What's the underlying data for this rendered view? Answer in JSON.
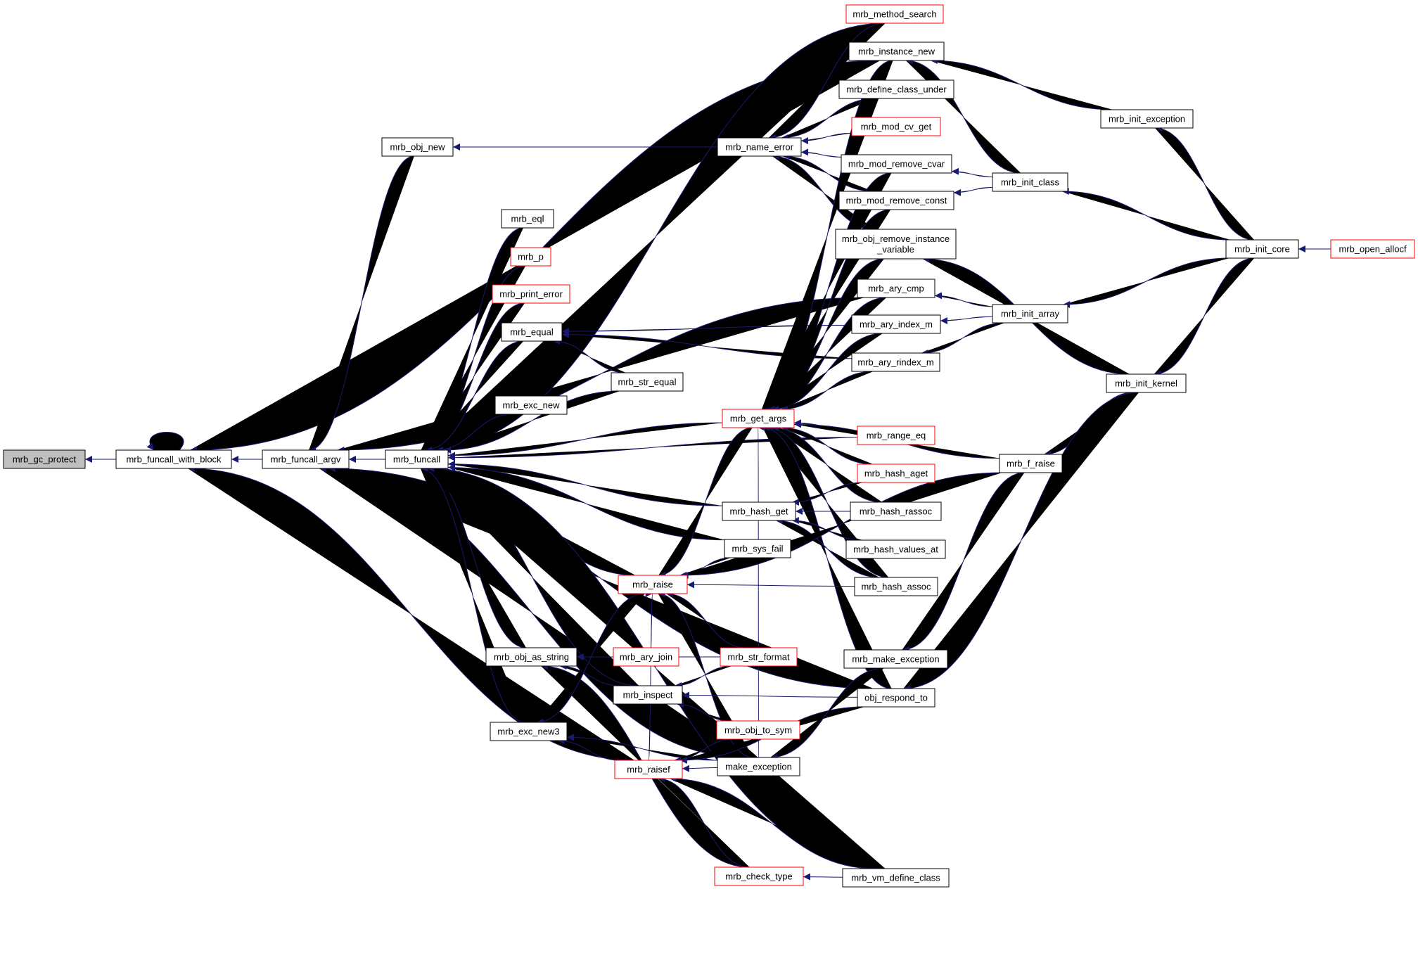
{
  "colors": {
    "edge": "#191970",
    "node_border": "#000000",
    "node_border_truncated": "#ff0000",
    "node_fill": "#ffffff",
    "focus_fill": "#bfbfbf"
  },
  "nodes": [
    {
      "id": "gc_protect",
      "label": "mrb_gc_protect",
      "style": "focus"
    },
    {
      "id": "funcall_with_block",
      "label": "mrb_funcall_with_block",
      "style": "normal"
    },
    {
      "id": "funcall_argv",
      "label": "mrb_funcall_argv",
      "style": "normal"
    },
    {
      "id": "funcall",
      "label": "mrb_funcall",
      "style": "normal"
    },
    {
      "id": "obj_new",
      "label": "mrb_obj_new",
      "style": "normal"
    },
    {
      "id": "eql",
      "label": "mrb_eql",
      "style": "normal"
    },
    {
      "id": "p",
      "label": "mrb_p",
      "style": "truncated"
    },
    {
      "id": "print_error",
      "label": "mrb_print_error",
      "style": "truncated"
    },
    {
      "id": "equal",
      "label": "mrb_equal",
      "style": "normal"
    },
    {
      "id": "exc_new",
      "label": "mrb_exc_new",
      "style": "normal"
    },
    {
      "id": "obj_as_string",
      "label": "mrb_obj_as_string",
      "style": "normal"
    },
    {
      "id": "exc_new3",
      "label": "mrb_exc_new3",
      "style": "normal"
    },
    {
      "id": "method_search",
      "label": "mrb_method_search",
      "style": "truncated"
    },
    {
      "id": "name_error",
      "label": "mrb_name_error",
      "style": "normal"
    },
    {
      "id": "str_equal",
      "label": "mrb_str_equal",
      "style": "normal"
    },
    {
      "id": "get_args",
      "label": "mrb_get_args",
      "style": "truncated"
    },
    {
      "id": "hash_get",
      "label": "mrb_hash_get",
      "style": "normal"
    },
    {
      "id": "sys_fail",
      "label": "mrb_sys_fail",
      "style": "normal"
    },
    {
      "id": "raise",
      "label": "mrb_raise",
      "style": "truncated"
    },
    {
      "id": "ary_join",
      "label": "mrb_ary_join",
      "style": "truncated"
    },
    {
      "id": "str_format",
      "label": "mrb_str_format",
      "style": "truncated"
    },
    {
      "id": "inspect",
      "label": "mrb_inspect",
      "style": "normal"
    },
    {
      "id": "obj_to_sym",
      "label": "mrb_obj_to_sym",
      "style": "truncated"
    },
    {
      "id": "raisef",
      "label": "mrb_raisef",
      "style": "truncated"
    },
    {
      "id": "make_exception",
      "label": "make_exception",
      "style": "normal"
    },
    {
      "id": "check_type",
      "label": "mrb_check_type",
      "style": "truncated"
    },
    {
      "id": "instance_new",
      "label": "mrb_instance_new",
      "style": "normal"
    },
    {
      "id": "define_class_under",
      "label": "mrb_define_class_under",
      "style": "normal"
    },
    {
      "id": "mod_cv_get",
      "label": "mrb_mod_cv_get",
      "style": "truncated"
    },
    {
      "id": "mod_remove_cvar",
      "label": "mrb_mod_remove_cvar",
      "style": "normal"
    },
    {
      "id": "mod_remove_const",
      "label": "mrb_mod_remove_const",
      "style": "normal"
    },
    {
      "id": "obj_remove_iv",
      "label": "mrb_obj_remove_instance\n_variable",
      "style": "normal"
    },
    {
      "id": "ary_cmp",
      "label": "mrb_ary_cmp",
      "style": "normal"
    },
    {
      "id": "ary_index_m",
      "label": "mrb_ary_index_m",
      "style": "normal"
    },
    {
      "id": "ary_rindex_m",
      "label": "mrb_ary_rindex_m",
      "style": "normal"
    },
    {
      "id": "range_eq",
      "label": "mrb_range_eq",
      "style": "truncated"
    },
    {
      "id": "hash_aget",
      "label": "mrb_hash_aget",
      "style": "truncated"
    },
    {
      "id": "hash_rassoc",
      "label": "mrb_hash_rassoc",
      "style": "normal"
    },
    {
      "id": "hash_values_at",
      "label": "mrb_hash_values_at",
      "style": "normal"
    },
    {
      "id": "hash_assoc",
      "label": "mrb_hash_assoc",
      "style": "normal"
    },
    {
      "id": "make_exception2",
      "label": "mrb_make_exception",
      "style": "normal"
    },
    {
      "id": "obj_respond_to",
      "label": "obj_respond_to",
      "style": "normal"
    },
    {
      "id": "vm_define_class",
      "label": "mrb_vm_define_class",
      "style": "normal"
    },
    {
      "id": "init_class",
      "label": "mrb_init_class",
      "style": "normal"
    },
    {
      "id": "init_array",
      "label": "mrb_init_array",
      "style": "normal"
    },
    {
      "id": "f_raise",
      "label": "mrb_f_raise",
      "style": "normal"
    },
    {
      "id": "init_exception",
      "label": "mrb_init_exception",
      "style": "normal"
    },
    {
      "id": "init_core",
      "label": "mrb_init_core",
      "style": "normal"
    },
    {
      "id": "init_kernel",
      "label": "mrb_init_kernel",
      "style": "normal"
    },
    {
      "id": "open_allocf",
      "label": "mrb_open_allocf",
      "style": "truncated"
    }
  ],
  "edges": [
    [
      "gc_protect",
      "funcall_with_block"
    ],
    [
      "funcall_with_block",
      "funcall_with_block"
    ],
    [
      "funcall_with_block",
      "funcall_argv"
    ],
    [
      "funcall_with_block",
      "instance_new"
    ],
    [
      "funcall_with_block",
      "raisef"
    ],
    [
      "funcall_argv",
      "funcall"
    ],
    [
      "funcall_argv",
      "obj_new"
    ],
    [
      "funcall_argv",
      "ary_cmp"
    ],
    [
      "funcall_argv",
      "make_exception"
    ],
    [
      "funcall_argv",
      "obj_respond_to"
    ],
    [
      "funcall",
      "method_search"
    ],
    [
      "funcall",
      "eql"
    ],
    [
      "funcall",
      "p"
    ],
    [
      "funcall",
      "print_error"
    ],
    [
      "funcall",
      "equal"
    ],
    [
      "funcall",
      "exc_new"
    ],
    [
      "funcall",
      "get_args"
    ],
    [
      "funcall",
      "range_eq"
    ],
    [
      "funcall",
      "hash_get"
    ],
    [
      "funcall",
      "sys_fail"
    ],
    [
      "funcall",
      "raise"
    ],
    [
      "funcall",
      "obj_as_string"
    ],
    [
      "funcall",
      "inspect"
    ],
    [
      "funcall",
      "exc_new3"
    ],
    [
      "funcall",
      "str_equal"
    ],
    [
      "funcall",
      "vm_define_class"
    ],
    [
      "obj_new",
      "name_error"
    ],
    [
      "equal",
      "str_equal"
    ],
    [
      "equal",
      "ary_index_m"
    ],
    [
      "equal",
      "ary_rindex_m"
    ],
    [
      "name_error",
      "method_search"
    ],
    [
      "name_error",
      "define_class_under"
    ],
    [
      "name_error",
      "mod_cv_get"
    ],
    [
      "name_error",
      "mod_remove_cvar"
    ],
    [
      "name_error",
      "mod_remove_const"
    ],
    [
      "name_error",
      "obj_remove_iv"
    ],
    [
      "get_args",
      "instance_new"
    ],
    [
      "get_args",
      "mod_remove_cvar"
    ],
    [
      "get_args",
      "mod_remove_const"
    ],
    [
      "get_args",
      "obj_remove_iv"
    ],
    [
      "get_args",
      "ary_cmp"
    ],
    [
      "get_args",
      "ary_index_m"
    ],
    [
      "get_args",
      "ary_rindex_m"
    ],
    [
      "get_args",
      "range_eq"
    ],
    [
      "get_args",
      "hash_aget"
    ],
    [
      "get_args",
      "hash_rassoc"
    ],
    [
      "get_args",
      "hash_assoc"
    ],
    [
      "get_args",
      "f_raise"
    ],
    [
      "get_args",
      "obj_respond_to"
    ],
    [
      "get_args",
      "make_exception"
    ],
    [
      "hash_get",
      "hash_aget"
    ],
    [
      "hash_get",
      "hash_rassoc"
    ],
    [
      "hash_get",
      "hash_values_at"
    ],
    [
      "hash_get",
      "hash_assoc"
    ],
    [
      "raise",
      "get_args"
    ],
    [
      "raise",
      "sys_fail"
    ],
    [
      "raise",
      "hash_assoc"
    ],
    [
      "raise",
      "str_format"
    ],
    [
      "raise",
      "f_raise"
    ],
    [
      "raise",
      "make_exception"
    ],
    [
      "raise",
      "raisef"
    ],
    [
      "obj_as_string",
      "ary_join"
    ],
    [
      "obj_as_string",
      "str_format"
    ],
    [
      "obj_as_string",
      "inspect"
    ],
    [
      "obj_as_string",
      "check_type"
    ],
    [
      "exc_new3",
      "raise"
    ],
    [
      "exc_new3",
      "make_exception"
    ],
    [
      "exc_new3",
      "raisef"
    ],
    [
      "inspect",
      "str_format"
    ],
    [
      "inspect",
      "obj_to_sym"
    ],
    [
      "inspect",
      "obj_respond_to"
    ],
    [
      "raisef",
      "obj_to_sym"
    ],
    [
      "raisef",
      "make_exception"
    ],
    [
      "raisef",
      "obj_respond_to"
    ],
    [
      "raisef",
      "check_type"
    ],
    [
      "raisef",
      "vm_define_class"
    ],
    [
      "make_exception",
      "make_exception2"
    ],
    [
      "check_type",
      "vm_define_class"
    ],
    [
      "instance_new",
      "init_exception"
    ],
    [
      "instance_new",
      "init_class"
    ],
    [
      "mod_remove_cvar",
      "init_class"
    ],
    [
      "mod_remove_const",
      "init_class"
    ],
    [
      "obj_remove_iv",
      "init_kernel"
    ],
    [
      "ary_cmp",
      "init_array"
    ],
    [
      "ary_index_m",
      "init_array"
    ],
    [
      "ary_rindex_m",
      "init_array"
    ],
    [
      "f_raise",
      "init_kernel"
    ],
    [
      "make_exception2",
      "f_raise"
    ],
    [
      "obj_respond_to",
      "init_kernel"
    ],
    [
      "init_class",
      "init_core"
    ],
    [
      "init_array",
      "init_core"
    ],
    [
      "init_exception",
      "init_core"
    ],
    [
      "init_kernel",
      "init_core"
    ],
    [
      "init_core",
      "open_allocf"
    ]
  ]
}
